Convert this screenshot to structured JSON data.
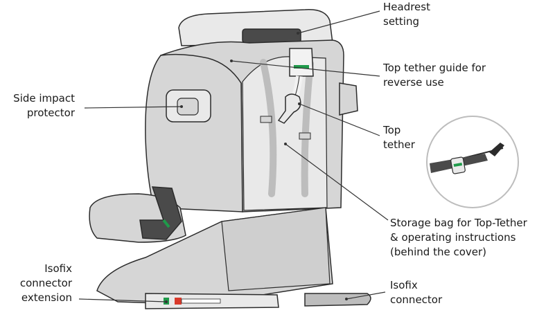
{
  "labels": {
    "headrest": [
      "Headrest",
      "setting"
    ],
    "top_tether_guide": [
      "Top tether guide for",
      "reverse use"
    ],
    "side_impact": [
      "Side impact",
      "protector"
    ],
    "top_tether": [
      "Top",
      "tether"
    ],
    "storage_bag": [
      "Storage bag for Top-Tether",
      "& operating instructions",
      "(behind the cover)"
    ],
    "isofix_extension": [
      "Isofix",
      "connector",
      "extension"
    ],
    "isofix_connector": [
      "Isofix",
      "connector"
    ]
  },
  "colors": {
    "seat_fill": "#d6d6d6",
    "seat_light": "#e9e9e9",
    "outline": "#2b2b2b",
    "dark_part": "#4a4a4a",
    "indicator_green": "#1f9a4a",
    "indicator_red": "#d93a2b",
    "leader_line": "#333333",
    "inset_circle": "#bdbdbd"
  }
}
